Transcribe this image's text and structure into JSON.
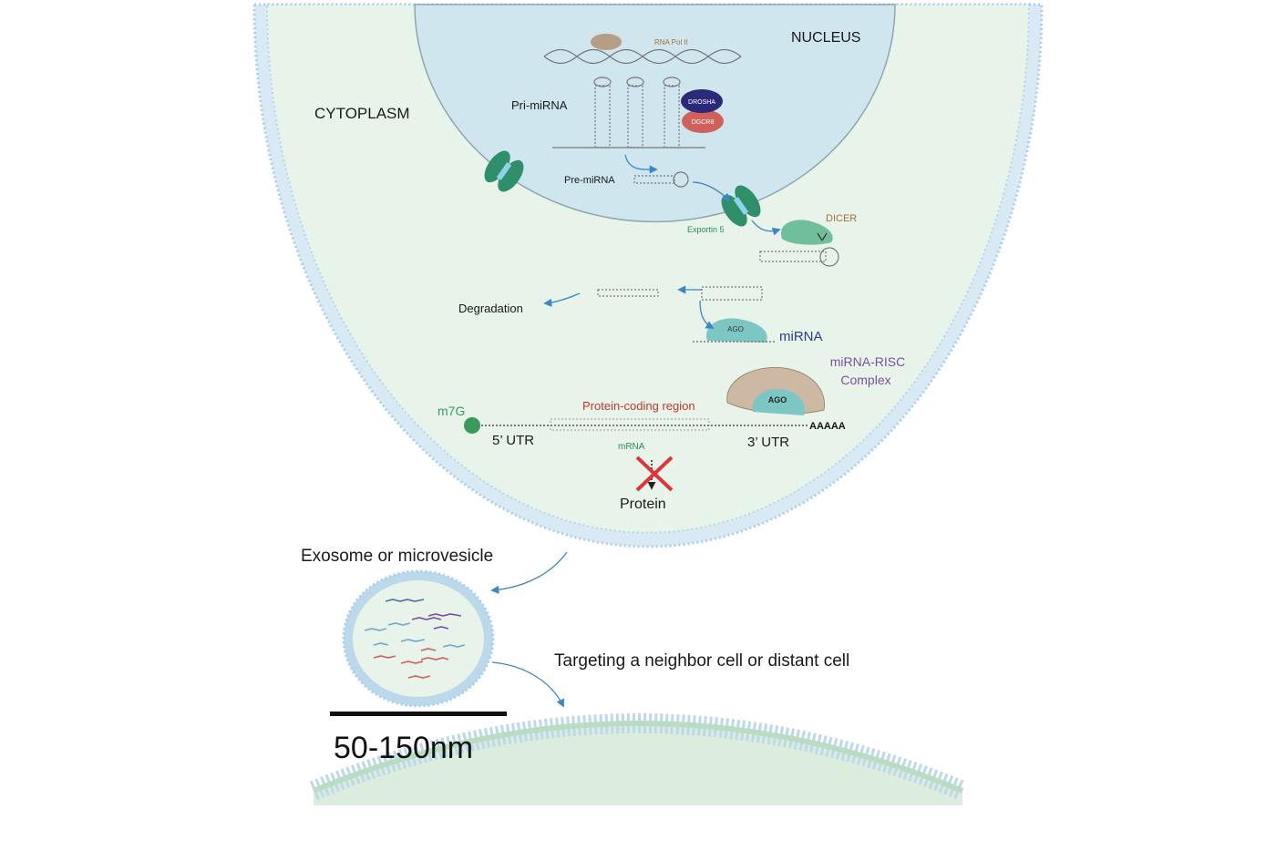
{
  "labels": {
    "nucleus": "NUCLEUS",
    "cytoplasm": "CYTOPLASM",
    "rna_pol": "RNA Pol II",
    "pri_mirna": "Pri-miRNA",
    "drosha": "DROSHA",
    "dgcr8": "DGCR8",
    "pre_mirna": "Pre-miRNA",
    "exportin": "Exportin 5",
    "dicer": "DICER",
    "degradation": "Degradation",
    "ago_small": "AGO",
    "mirna": "miRNA",
    "risc_line1": "miRNA-RISC",
    "risc_line2": "Complex",
    "ago_large": "AGO",
    "m7g": "m7G",
    "protein_coding": "Protein-coding region",
    "polyA": "AAAAA",
    "utr5": "5’ UTR",
    "utr3": "3’ UTR",
    "mrna": "mRNA",
    "protein": "Protein",
    "exosome": "Exosome or microvesicle",
    "targeting": "Targeting a neighbor cell or distant cell",
    "scale": "50-150nm"
  },
  "colors": {
    "cytoplasm_fill": "#e8f3e9",
    "membrane": "#bcd9ec",
    "nucleus_fill": "#cfe6ef",
    "exportin": "#2f8f6a",
    "drosha": "#2b2a7a",
    "dgcr8": "#d0605a",
    "dicer": "#6fbf9a",
    "ago": "#7cc6c4",
    "risc_shell": "#cdb9a3",
    "m7g": "#3a9a5c",
    "arrow": "#3a86c8",
    "block_x": "#e0343a",
    "mirna_label": "#2e3a8c",
    "risc_label": "#7a4fa8",
    "coding_label": "#c0392b",
    "gold_label": "#a2713a",
    "green_label": "#2e8b57"
  },
  "icons": {
    "nuclear_pore": "nuclear-pore-icon",
    "dna": "dna-helix-icon",
    "block": "blocked-translation-icon"
  }
}
